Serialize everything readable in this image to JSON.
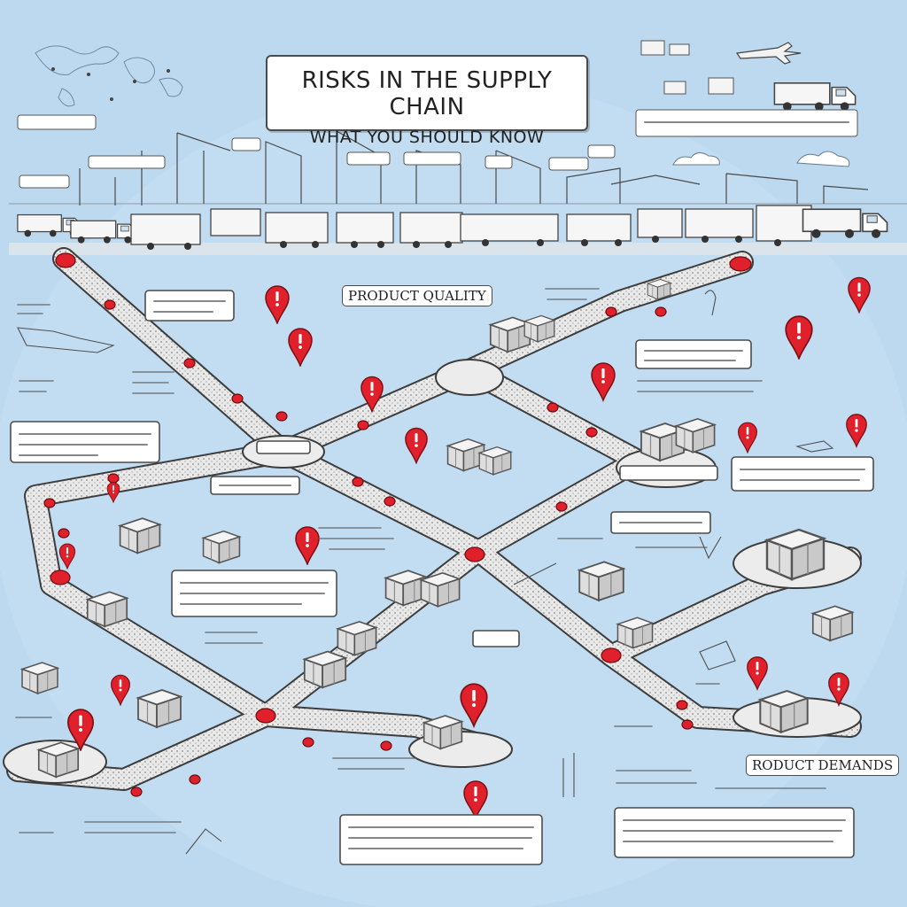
{
  "title": {
    "main": "RISKS IN THE SUPPLY CHAIN",
    "sub": "WHAT YOU SHOULD KNOW"
  },
  "labels": {
    "product_quality": "PRODUCT QUALITY",
    "product_demands": "RODUCT DEMANDS"
  },
  "icons": {
    "pin": "warning-pin-icon",
    "node": "red-checkpoint-icon",
    "truck": "truck-icon",
    "crate": "crate-icon",
    "plane": "airplane-icon",
    "crane": "port-crane-icon"
  },
  "colors": {
    "background": "#bcd9ef",
    "pin_red": "#e0202a",
    "road": "#e4e4e4",
    "outline": "#4b4b4b",
    "label_fill": "#ffffff"
  }
}
